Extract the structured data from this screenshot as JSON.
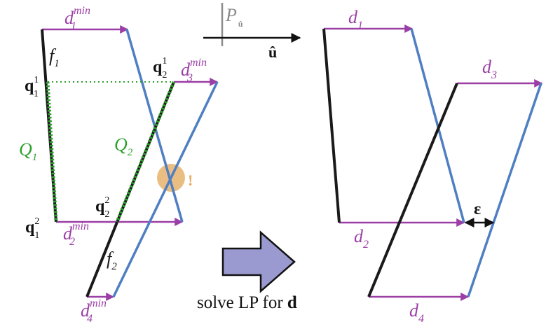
{
  "colors": {
    "purple": "#9b3fa6",
    "blue": "#4f7fc2",
    "black": "#1a1a1a",
    "green": "#2ea02e",
    "orange": "#e3a85a",
    "gray": "#8c8c8c",
    "arrow_fill": "#9a9ad0"
  },
  "left": {
    "d1": {
      "sym": "d",
      "sub": "1",
      "sup": "min"
    },
    "d2": {
      "sym": "d",
      "sub": "2",
      "sup": "min"
    },
    "d3": {
      "sym": "d",
      "sub": "3",
      "sup": "min"
    },
    "d4": {
      "sym": "d",
      "sub": "4",
      "sup": "min"
    },
    "f1": {
      "sym": "f",
      "sub": "1"
    },
    "f2": {
      "sym": "f",
      "sub": "2"
    },
    "Q1": {
      "sym": "Q",
      "sub": "1"
    },
    "Q2": {
      "sym": "Q",
      "sub": "2"
    },
    "q11": {
      "sym": "q",
      "sub": "1",
      "sup": "1"
    },
    "q21": {
      "sym": "q",
      "sub": "2",
      "sup": "1"
    },
    "q12": {
      "sym": "q",
      "sub": "1",
      "sup": "2"
    },
    "q22": {
      "sym": "q",
      "sub": "2",
      "sup": "2"
    },
    "exclaim": "!"
  },
  "projection": {
    "P": "P",
    "P_sub": "û",
    "u": "û"
  },
  "middle": {
    "caption_prefix": "solve LP for ",
    "caption_bold": "d"
  },
  "right": {
    "d1": {
      "sym": "d",
      "sub": "1"
    },
    "d2": {
      "sym": "d",
      "sub": "2"
    },
    "d3": {
      "sym": "d",
      "sub": "3"
    },
    "d4": {
      "sym": "d",
      "sub": "4"
    },
    "epsilon": "ε"
  }
}
